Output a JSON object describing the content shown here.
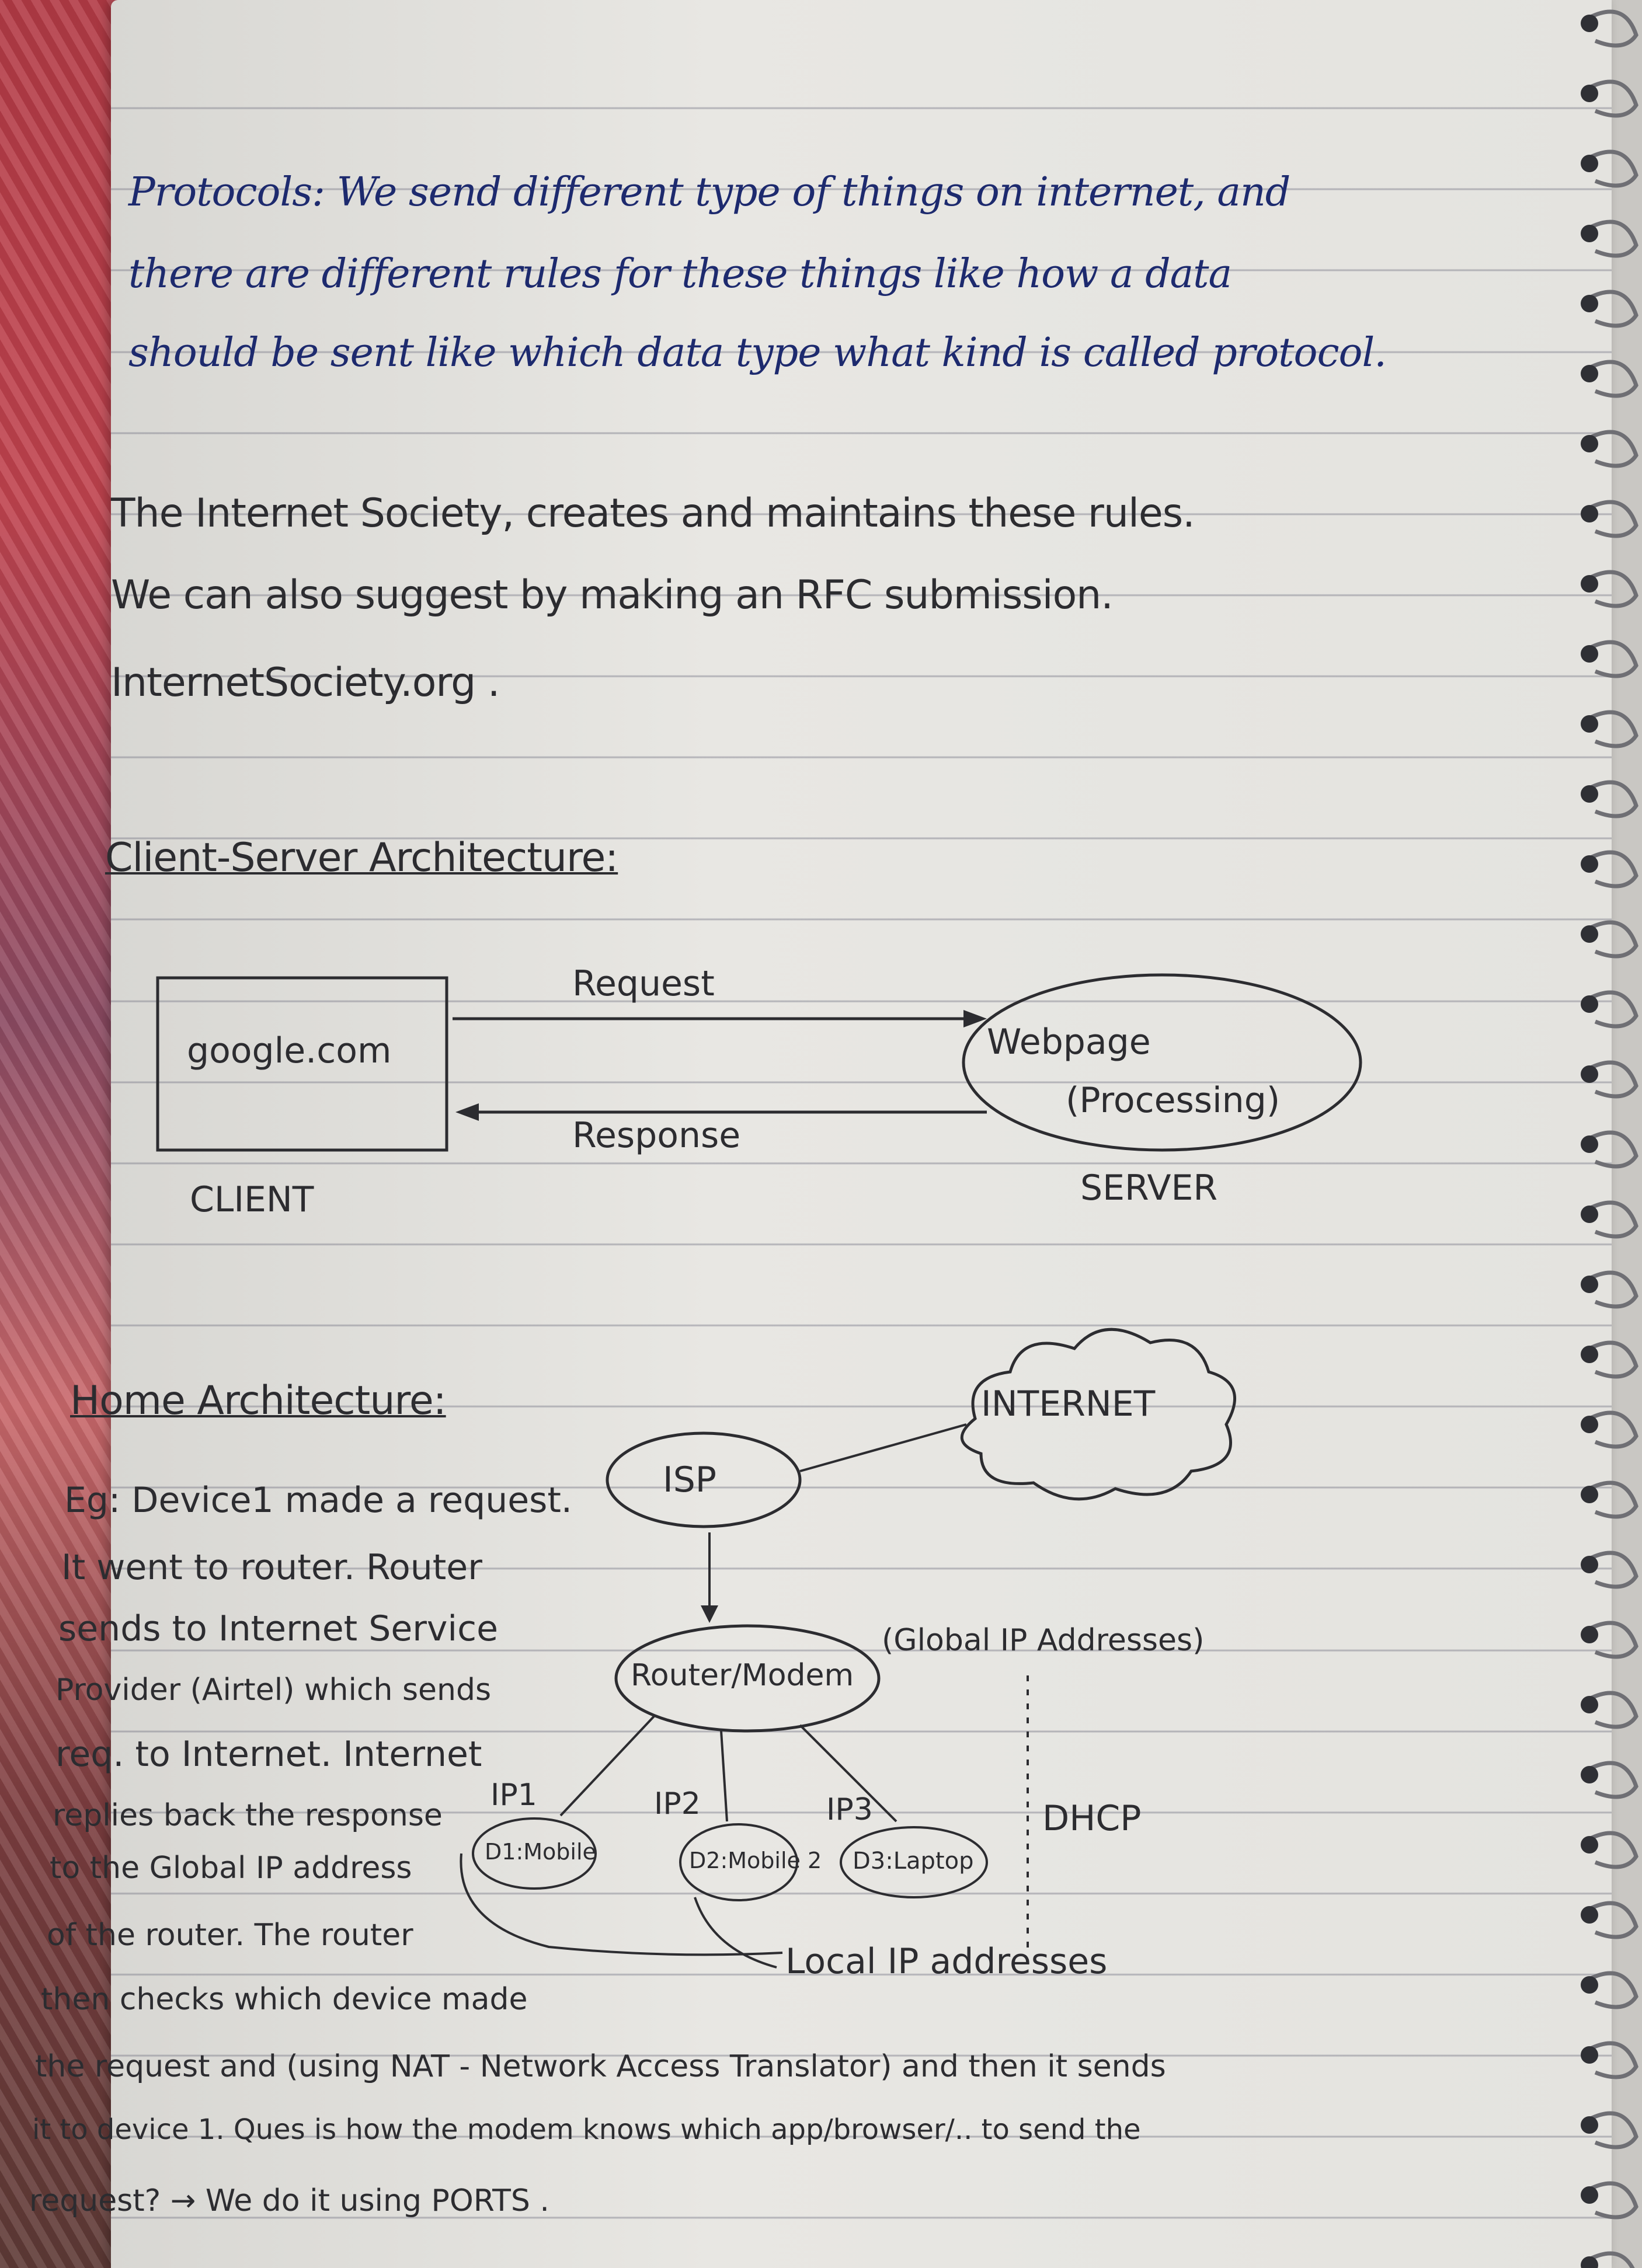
{
  "protocols": {
    "line1": "Protocols: We send different type of things on internet, and",
    "line2": "there are different rules for these things like how a data",
    "line3": "should be sent like which data type what kind is called protocol."
  },
  "society": {
    "line1": "The Internet Society, creates and maintains these rules.",
    "line2": "We can also suggest by making an RFC submission.",
    "line3": "InternetSociety.org ."
  },
  "client_server": {
    "heading": "Client-Server Architecture:",
    "client_box": "google.com",
    "client_label": "CLIENT",
    "request": "Request",
    "response": "Response",
    "server_line1": "Webpage",
    "server_line2": "(Processing)",
    "server_label": "SERVER"
  },
  "home": {
    "heading": "Home Architecture:",
    "internet": "INTERNET",
    "isp": "ISP",
    "router": "Router/Modem",
    "global_ip": "(Global IP Addresses)",
    "ip1": "IP1",
    "ip2": "IP2",
    "ip3": "IP3",
    "d1": "D1:Mobile",
    "d2": "D2:Mobile 2",
    "d3": "D3:Laptop",
    "dhcp": "DHCP",
    "local_ip": "Local IP addresses",
    "notes": [
      "Eg: Device1 made a request.",
      "It went to router. Router",
      "sends to Internet Service",
      "Provider (Airtel) which sends",
      "req. to Internet. Internet",
      "replies back the response",
      "to the Global IP address",
      "of the router. The router",
      "then checks which device made",
      "the request and (using NAT - Network Access Translator) and then it sends",
      "it to device 1. Ques is how the modem knows which app/browser/.. to send the",
      "request? → We do it using PORTS ."
    ]
  }
}
